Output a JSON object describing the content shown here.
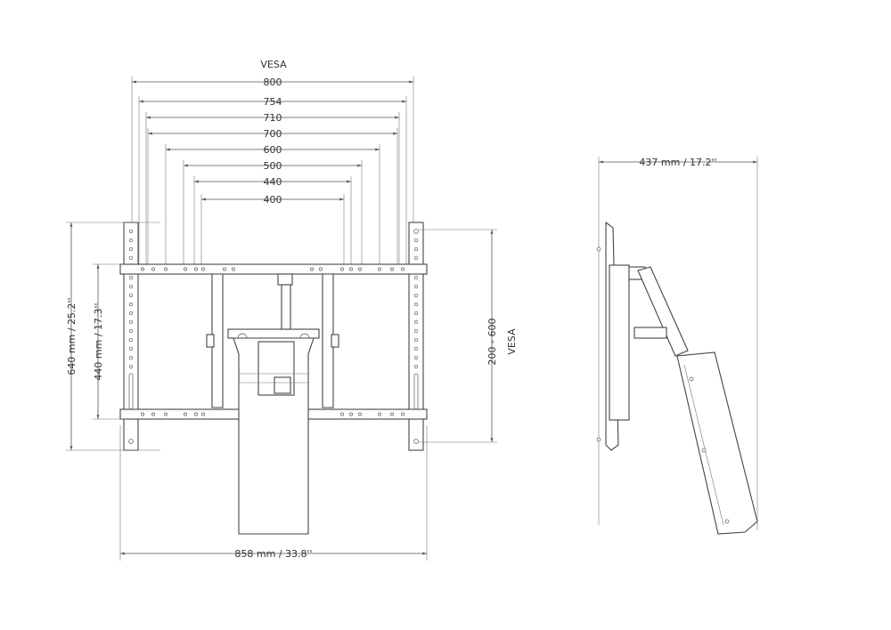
{
  "front_view": {
    "vesa_label": "VESA",
    "horizontal_dims": [
      "800",
      "754",
      "710",
      "700",
      "600",
      "500",
      "440",
      "400"
    ],
    "width_label": "858 mm  /  33.8''",
    "height_outer_label": "640 mm  /  25.2''",
    "height_inner_label": "440 mm  /  17.3''",
    "vertical_vesa_label": "200  -  600",
    "vertical_vesa_word": "VESA"
  },
  "side_view": {
    "depth_label": "437 mm  /  17.2''"
  }
}
